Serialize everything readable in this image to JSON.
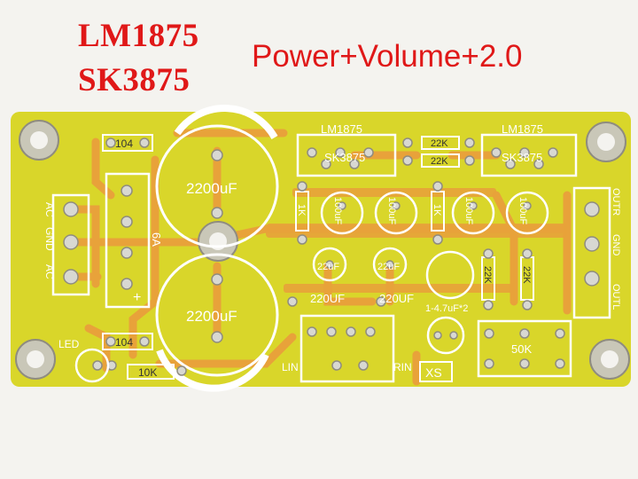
{
  "caption": {
    "line1": "LM1875",
    "line2": "SK3875",
    "subtitle": "Power+Volume+2.0"
  },
  "board": {
    "color": "#d9d62a",
    "trace_color": "#e8a23a",
    "silk_color": "#ffffff",
    "silkscreen": {
      "cap_top": "2200uF",
      "cap_bottom": "2200uF",
      "cap_104_top": "104",
      "cap_104_bottom": "104",
      "rectifier": "6A",
      "plus_sign": "+",
      "led": "LED",
      "res_10k": "10K",
      "input_labels": [
        "AC",
        "GND",
        "AC"
      ],
      "chip_left_top": "LM1875",
      "chip_left_bottom": "SK3875",
      "chip_right_top": "LM1875",
      "chip_right_bottom": "SK3875",
      "res_22k_a": "22K",
      "res_22k_b": "22K",
      "res_1k_a": "1K",
      "res_1k_b": "1K",
      "cap_100uf": [
        "100uF",
        "100uF",
        "100uF",
        "100uF"
      ],
      "cap_22uf_a": "22uF",
      "cap_22uf_b": "22uF",
      "cap_220uf_a": "220UF",
      "cap_220uf_b": "220UF",
      "cap_input": "1-4.7uF*2",
      "res_22k_c": "22K",
      "res_22k_d": "22K",
      "pot": "50K",
      "lin": "LIN",
      "rin": "RIN",
      "xs": "XS",
      "output_labels": [
        "OUTR",
        "GND",
        "OUTL"
      ]
    }
  }
}
